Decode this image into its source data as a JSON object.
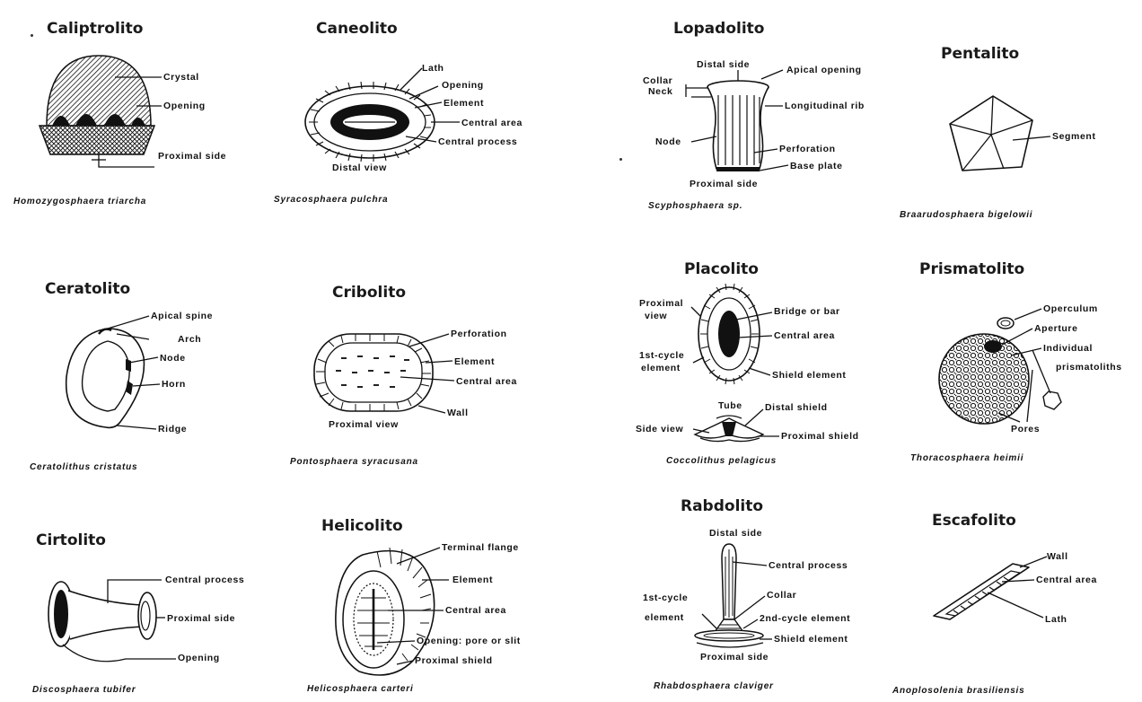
{
  "panels": [
    {
      "title": "Caliptrolito",
      "species": "Homozygosphaera  triarcha",
      "labels": [
        "Crystal",
        "Opening",
        "Proximal side"
      ]
    },
    {
      "title": "Caneolito",
      "species": "Syracosphaera  pulchra",
      "labels": [
        "Lath",
        "Opening",
        "Element",
        "Central area",
        "Central process",
        "Distal view"
      ]
    },
    {
      "title": "Lopadolito",
      "species": "Scyphosphaera  sp.",
      "labels": [
        "Distal side",
        "Apical opening",
        "Collar",
        "Neck",
        "Longitudinal rib",
        "Node",
        "Perforation",
        "Base plate",
        "Proximal side"
      ]
    },
    {
      "title": "Pentalito",
      "species": "Braarudosphaera  bigelowii",
      "labels": [
        "Segment"
      ]
    },
    {
      "title": "Ceratolito",
      "species": "Ceratolithus  cristatus",
      "labels": [
        "Apical spine",
        "Arch",
        "Node",
        "Horn",
        "Ridge"
      ]
    },
    {
      "title": "Cribolito",
      "species": "Pontosphaera  syracusana",
      "labels": [
        "Perforation",
        "Element",
        "Central area",
        "Wall",
        "Proximal view"
      ]
    },
    {
      "title": "Placolito",
      "species": "Coccolithus  pelagicus",
      "labels": [
        "Proximal",
        "view",
        "Bridge or bar",
        "Central area",
        "1st-cycle",
        "element",
        "Shield element",
        "Tube",
        "Distal shield",
        "Side view",
        "Proximal shield"
      ]
    },
    {
      "title": "Prismatolito",
      "species": "Thoracosphaera  heimii",
      "labels": [
        "Operculum",
        "Aperture",
        "Individual",
        "prismatoliths",
        "Pores"
      ]
    },
    {
      "title": "Cirtolito",
      "species": "Discosphaera  tubifer",
      "labels": [
        "Central process",
        "Proximal side",
        "Opening"
      ]
    },
    {
      "title": "Helicolito",
      "species": "Helicosphaera  carteri",
      "labels": [
        "Terminal flange",
        "Element",
        "Central area",
        "Opening: pore or slit",
        "Proximal shield"
      ]
    },
    {
      "title": "Rabdolito",
      "species": "Rhabdosphaera  claviger",
      "labels": [
        "Distal side",
        "Central process",
        "1st-cycle",
        "element",
        "Collar",
        "2nd-cycle element",
        "Shield element",
        "Proximal side"
      ]
    },
    {
      "title": "Escafolito",
      "species": "Anoplosolenia  brasiliensis",
      "labels": [
        "Wall",
        "Central area",
        "Lath"
      ]
    }
  ]
}
